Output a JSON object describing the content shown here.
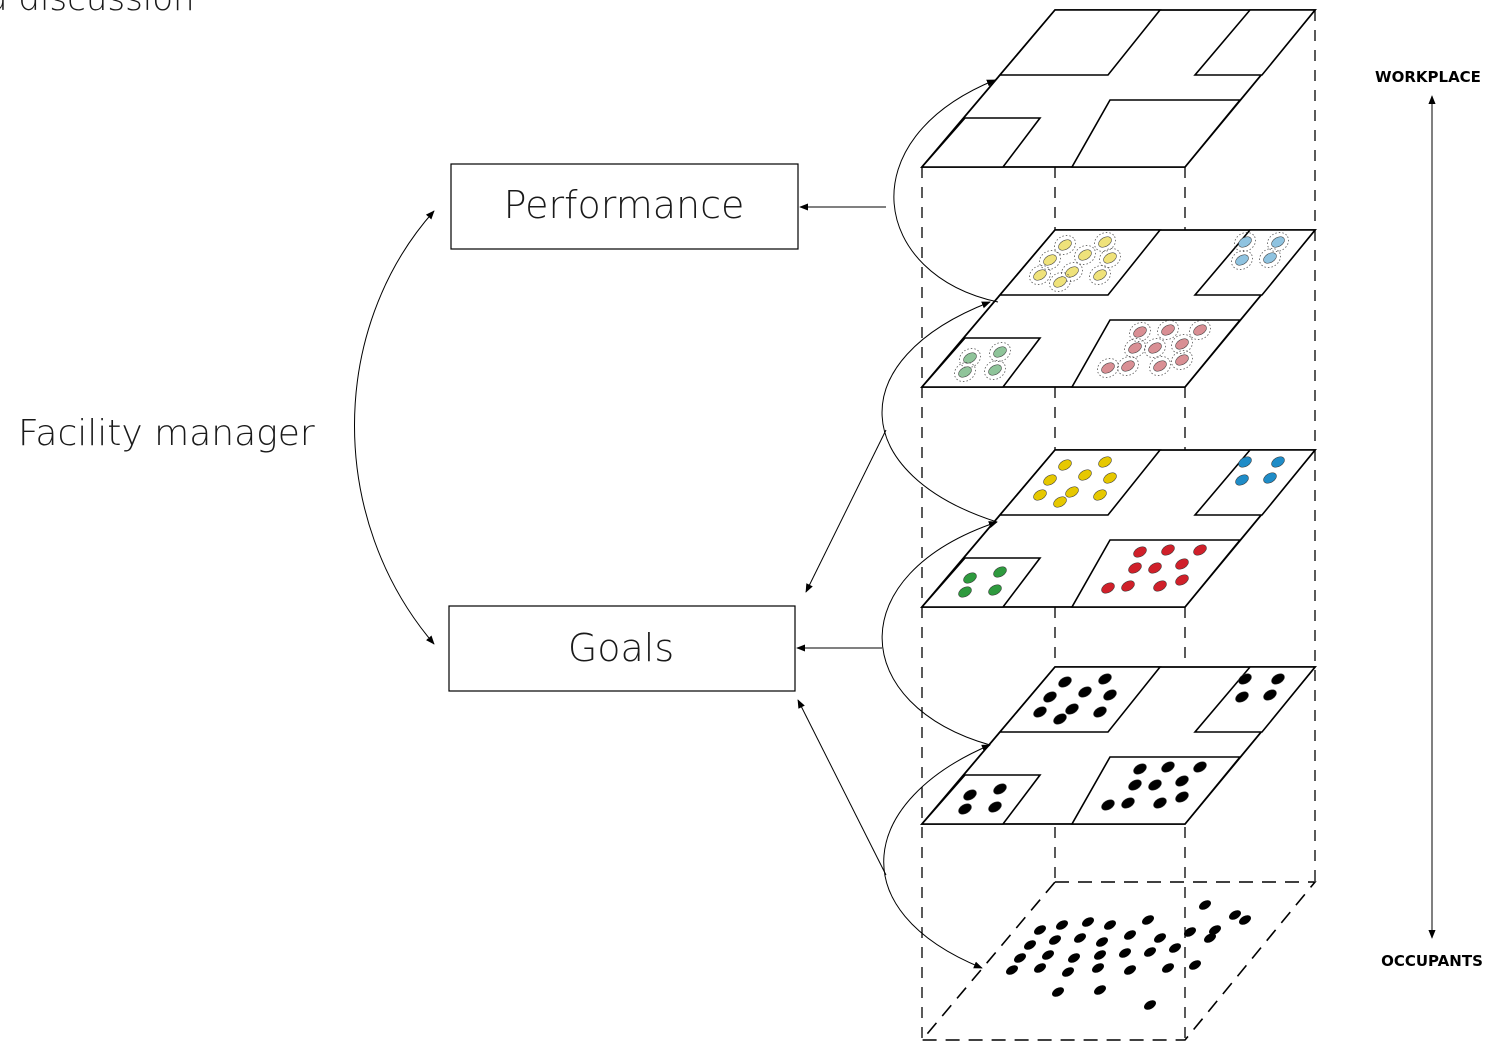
{
  "header": {
    "partial_title": "d discussion"
  },
  "boxes": {
    "performance": "Performance",
    "goals": "Goals"
  },
  "actor": {
    "label": "Facility manager"
  },
  "axis": {
    "top_label": "WORKPLACE",
    "bottom_label": "OCCUPANTS"
  },
  "colors": {
    "yellow_zone": "#efe27a",
    "blue_zone": "#8fc3e0",
    "green_zone": "#8fc49a",
    "red_zone": "#d98f94",
    "yellow_solid": "#e6c800",
    "blue_solid": "#1f8cc7",
    "green_solid": "#2e9a3e",
    "red_solid": "#d0202a",
    "occupant": "#000000",
    "line": "#000000"
  },
  "layers": [
    {
      "id": "workplace-plan",
      "style": "outline"
    },
    {
      "id": "zone-clusters",
      "style": "haloed"
    },
    {
      "id": "zone-groups",
      "style": "colored"
    },
    {
      "id": "zone-occupants",
      "style": "black"
    },
    {
      "id": "occupants-field",
      "style": "dashed"
    }
  ]
}
